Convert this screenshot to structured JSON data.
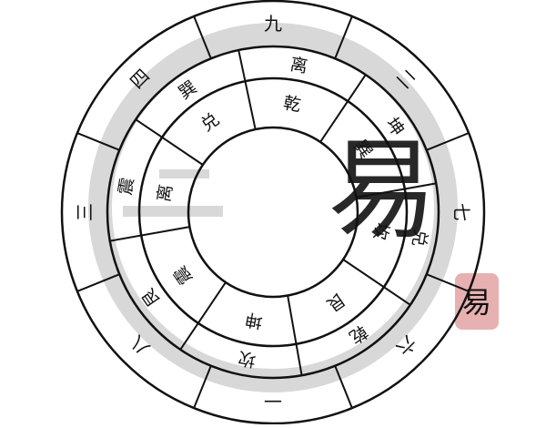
{
  "outer_ring": [
    "九",
    "二",
    "七",
    "六",
    "一",
    "八",
    "三",
    "四"
  ],
  "middle_ring": [
    "离",
    "坤",
    "兑",
    "乾",
    "坎",
    "艮",
    "震",
    "巽"
  ],
  "inner_ring": [
    "乾",
    "巽",
    "坎",
    "艮",
    "坤",
    "震",
    "离",
    "兑"
  ],
  "watermark": {
    "text": "易",
    "seal": "易"
  },
  "colors": {
    "ink": "#111111",
    "watermark": "#d8d8d8",
    "seal": "#e3a3a3",
    "background": "#ffffff"
  }
}
